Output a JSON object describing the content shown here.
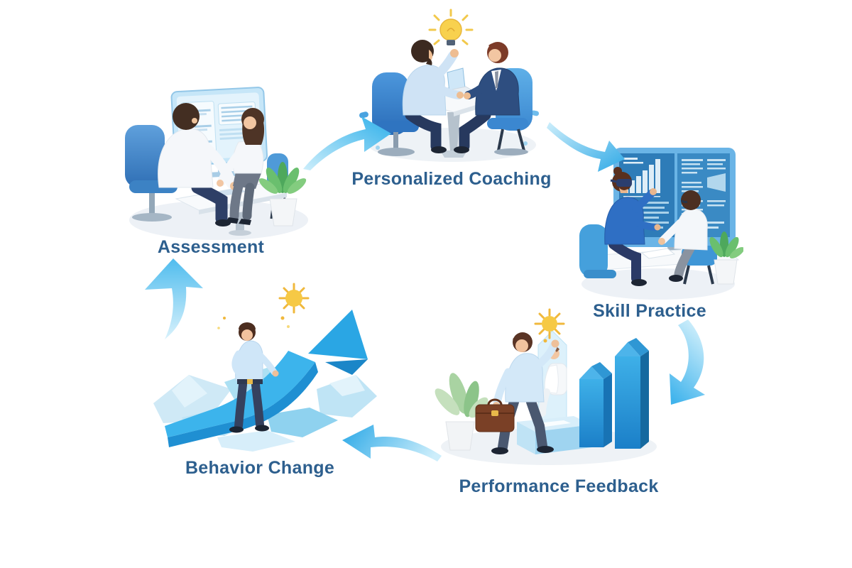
{
  "stages": [
    {
      "id": "assessment",
      "label": "Assessment"
    },
    {
      "id": "personalized-coaching",
      "label": "Personalized Coaching"
    },
    {
      "id": "skill-practice",
      "label": "Skill Practice"
    },
    {
      "id": "performance-feedback",
      "label": "Performance Feedback"
    },
    {
      "id": "behavior-change",
      "label": "Behavior Change"
    }
  ],
  "flow": {
    "type": "cycle",
    "sequence": [
      "assessment",
      "personalized-coaching",
      "skill-practice",
      "performance-feedback",
      "behavior-change",
      "assessment"
    ]
  },
  "colors": {
    "background": "#ffffff",
    "label_text": "#2d5f8e",
    "arrow_light": "#cdeefb",
    "arrow_dark": "#2fa9e6",
    "chair_blue": "#3b87d6",
    "suit_navy": "#2e4e80",
    "shirt_light_blue": "#cfe6f8",
    "bulb_yellow": "#f6c945",
    "plant_green": "#5cb85c",
    "bar_chart_blue": "#2ea2e0",
    "growth_arrow_blue": "#35aee8",
    "shadow_gray": "#edf1f6"
  },
  "icons": {
    "scene_assessment": [
      "monitor-checklist-icon",
      "office-chair-icon",
      "desk-icon",
      "plant-icon"
    ],
    "scene_personalized_coaching": [
      "lightbulb-icon",
      "laptop-icon",
      "meeting-table-icon",
      "office-chair-icon"
    ],
    "scene_skill_practice": [
      "vr-headset-icon",
      "dual-monitor-chart-icon",
      "desk-icon",
      "plant-icon"
    ],
    "scene_performance_feedback": [
      "sun-icon",
      "briefcase-icon",
      "bar-chart-3d-icon",
      "plant-icon"
    ],
    "scene_behavior_change": [
      "growth-arrow-icon",
      "sun-icon",
      "low-poly-rocks-icon"
    ]
  }
}
